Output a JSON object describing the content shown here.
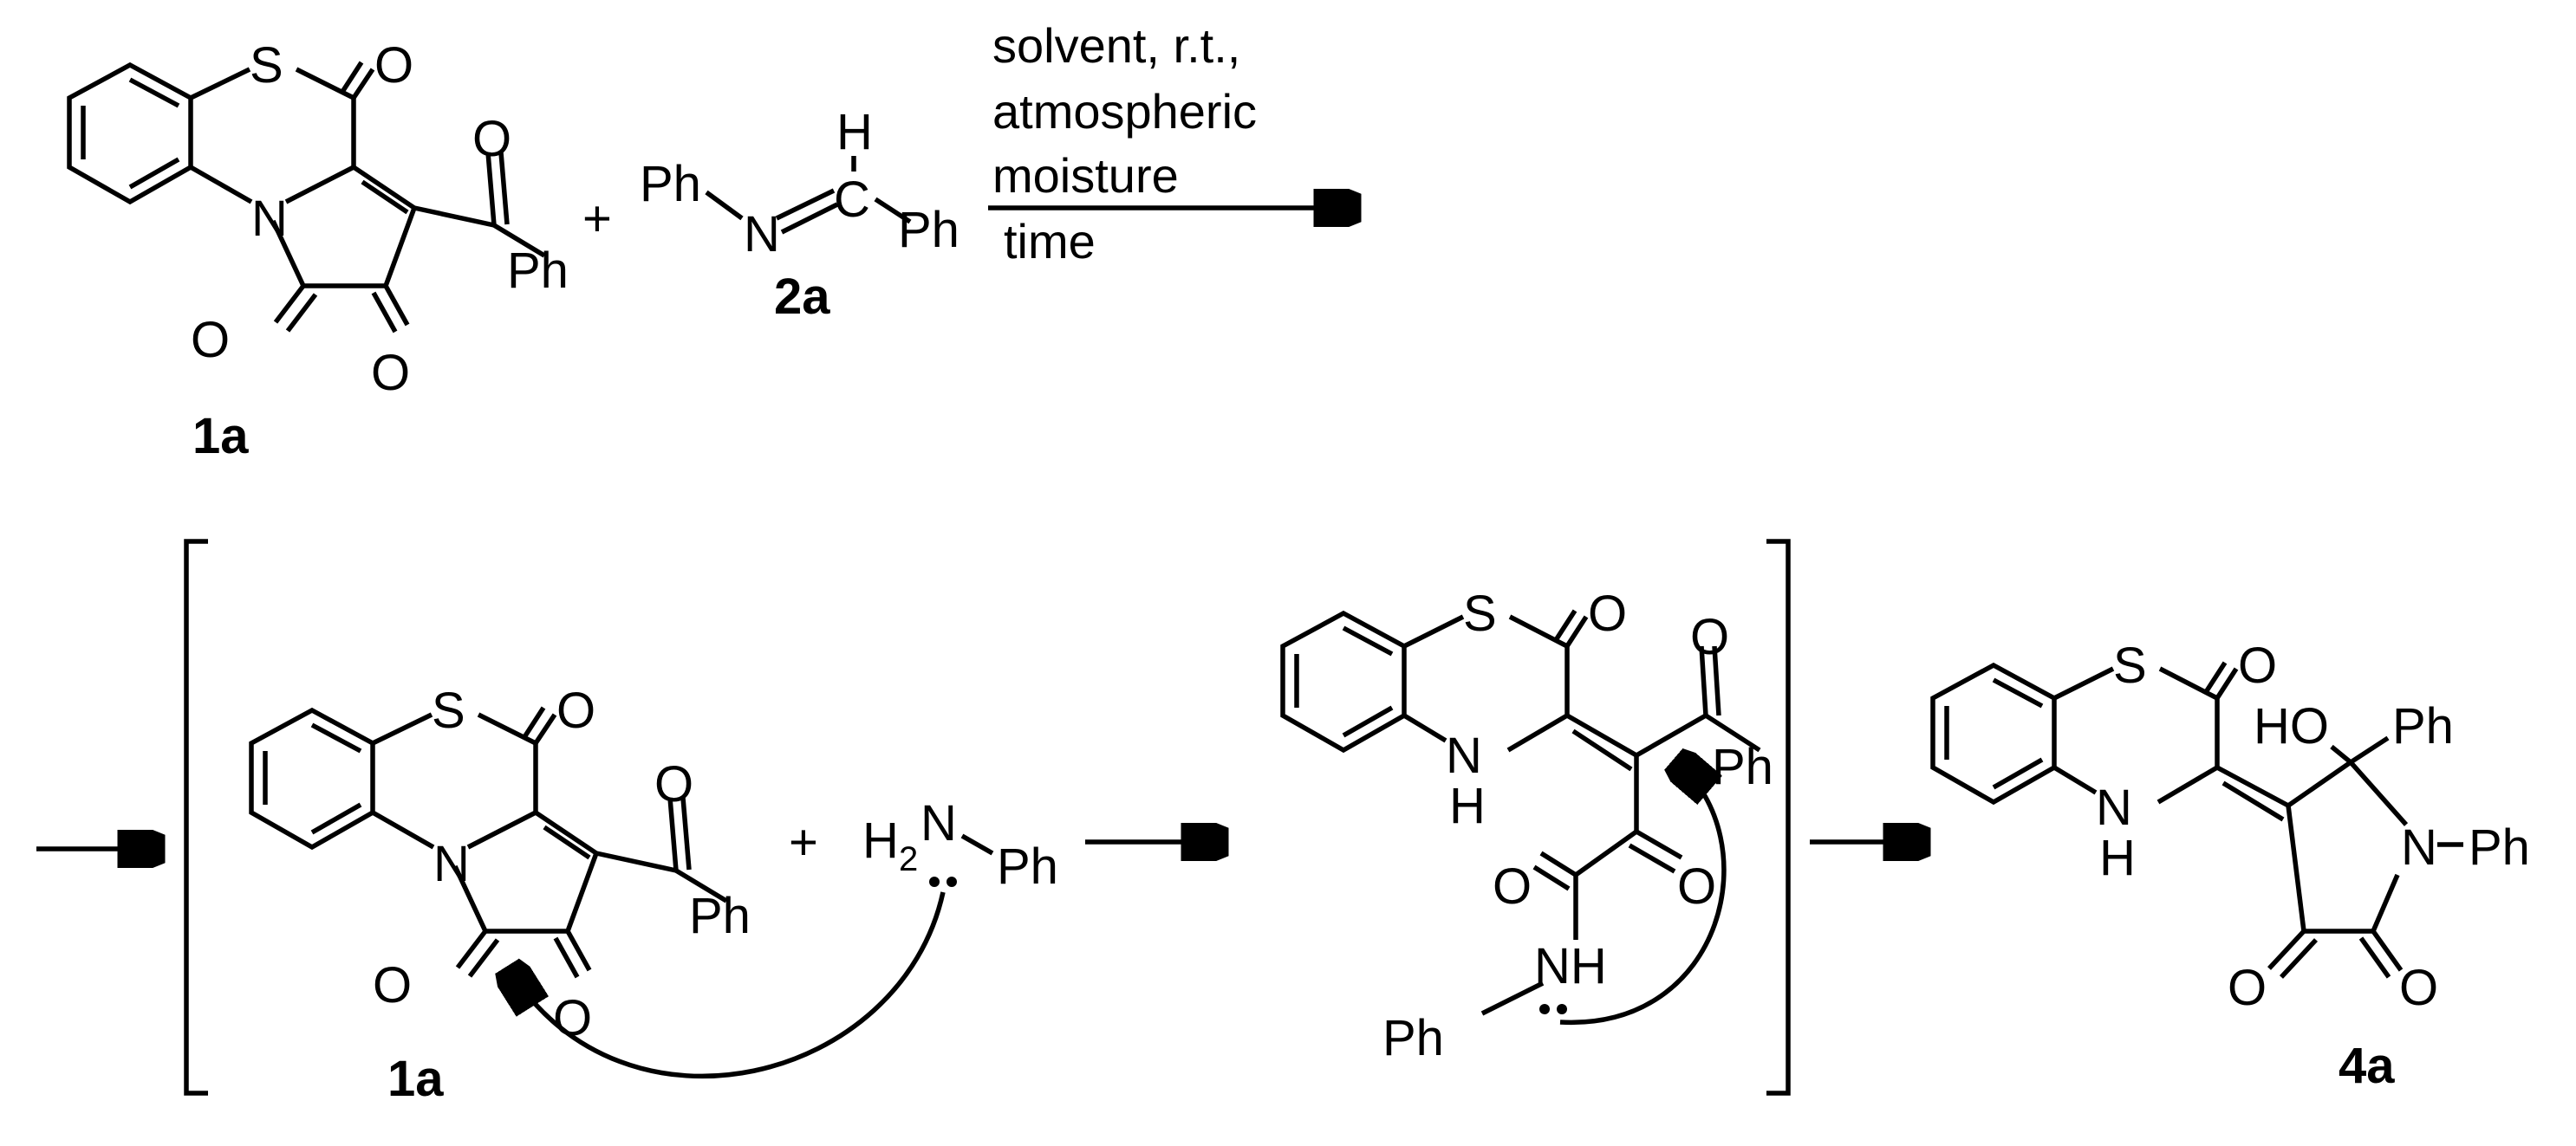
{
  "atoms": {
    "S": "S",
    "N": "N",
    "O": "O",
    "H": "H",
    "NH": "NH",
    "HO": "HO",
    "Ph": "Ph",
    "H2N_H": "H",
    "H2N_2": "2",
    "H2N_N": "N"
  },
  "compounds": {
    "c1a": "1a",
    "c2a": "2a",
    "c4a": "4a"
  },
  "symbols": {
    "plus": "+"
  },
  "conditions": {
    "line1": "solvent, r.t.,",
    "line2": "atmospheric",
    "line3": "moisture",
    "line4": "time"
  }
}
